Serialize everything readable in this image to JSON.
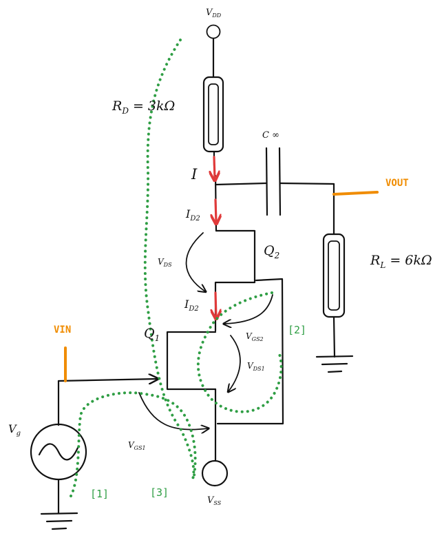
{
  "labels": {
    "vdd": "V",
    "vdd_sub": "DD",
    "vss": "V",
    "vss_sub": "SS",
    "rd": "R",
    "rd_sub": "D",
    "rd_value": " = 3kΩ",
    "capacitor": "C ∞",
    "current_i": "I",
    "id2_top": "I",
    "id2_top_sub": "D2",
    "id2_mid": "I",
    "id2_mid_sub": "D2",
    "q2": "Q",
    "q2_sub": "2",
    "q1": "Q",
    "q1_sub": "1",
    "vds": "V",
    "vds_sub": "DS",
    "vgs2": "V",
    "vgs2_sub": "GS2",
    "vds1": "V",
    "vds1_sub": "DS1",
    "vgs1": "V",
    "vgs1_sub": "GS1",
    "vg": "V",
    "vg_sub": "g",
    "rl": "R",
    "rl_sub": "L",
    "rl_value": " = 6kΩ",
    "vout": "VOUT",
    "vin": "VIN",
    "loop1": "[1]",
    "loop2": "[2]",
    "loop3": "[3]"
  },
  "colors": {
    "wire": "#111111",
    "current_arrow": "#e03a3a",
    "port": "#f08c00",
    "loop": "#2f9e44"
  }
}
